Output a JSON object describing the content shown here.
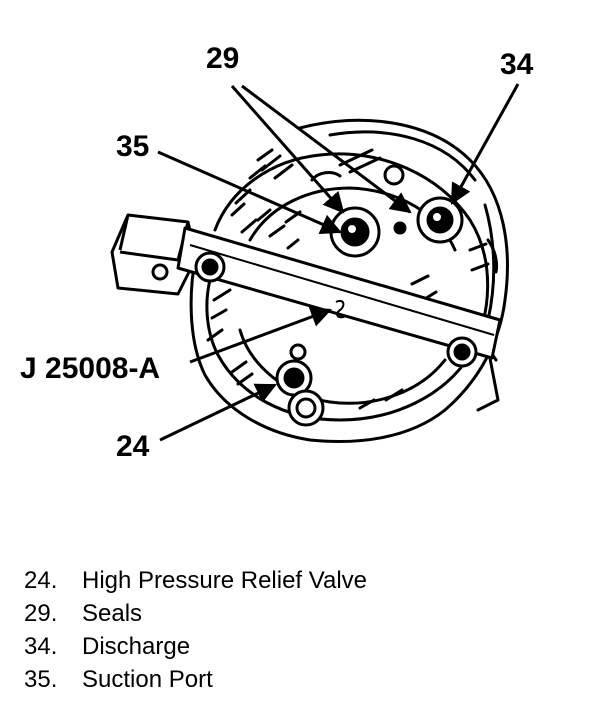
{
  "diagram": {
    "callouts": {
      "c29": "29",
      "c34": "34",
      "c35": "35",
      "tool": "J 25008-A",
      "c24": "24"
    },
    "colors": {
      "ink": "#000000",
      "paper": "#ffffff"
    }
  },
  "legend": {
    "items": [
      {
        "number": "24.",
        "label": "High Pressure Relief Valve"
      },
      {
        "number": "29.",
        "label": "Seals"
      },
      {
        "number": "34.",
        "label": "Discharge"
      },
      {
        "number": "35.",
        "label": "Suction Port"
      }
    ]
  }
}
